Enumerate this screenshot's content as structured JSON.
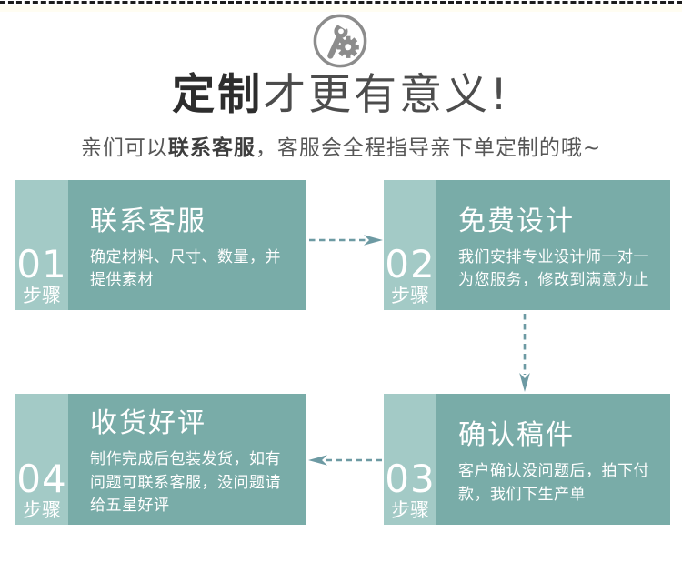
{
  "header": {
    "icon": "wrench-gear-icon",
    "title_bold": "定制",
    "title_light": "才更有意义!",
    "subtitle_prefix": "亲们可以",
    "subtitle_bold": "联系客服",
    "subtitle_suffix": "，客服会全程指导亲下单定制的哦~"
  },
  "steps": [
    {
      "number": "01",
      "number_label": "步骤",
      "title": "联系客服",
      "description": "确定材料、尺寸、数量，并提供素材"
    },
    {
      "number": "02",
      "number_label": "步骤",
      "title": "免费设计",
      "description": "我们安排专业设计师一对一为您服务，修改到满意为止"
    },
    {
      "number": "03",
      "number_label": "步骤",
      "title": "确认稿件",
      "description": "客户确认没问题后，拍下付款，我们下生产单"
    },
    {
      "number": "04",
      "number_label": "步骤",
      "title": "收货好评",
      "description": "制作完成后包装发货，如有问题可联系客服，没问题请给五星好评"
    }
  ],
  "flow": {
    "arrows": [
      "step1-to-step2-right",
      "step2-to-step3-down",
      "step3-to-step4-left"
    ]
  },
  "colors": {
    "box_main": "#79aca8",
    "box_strip": "#a3cac6",
    "arrow": "#6d9aa3",
    "title_dark": "#2d2d2d",
    "title_light": "#4c4c4c",
    "subtitle_text": "#575757",
    "icon_gray": "#8c8c8c",
    "step_text": "#ffffff",
    "top_dash": "#1c1c1c"
  }
}
